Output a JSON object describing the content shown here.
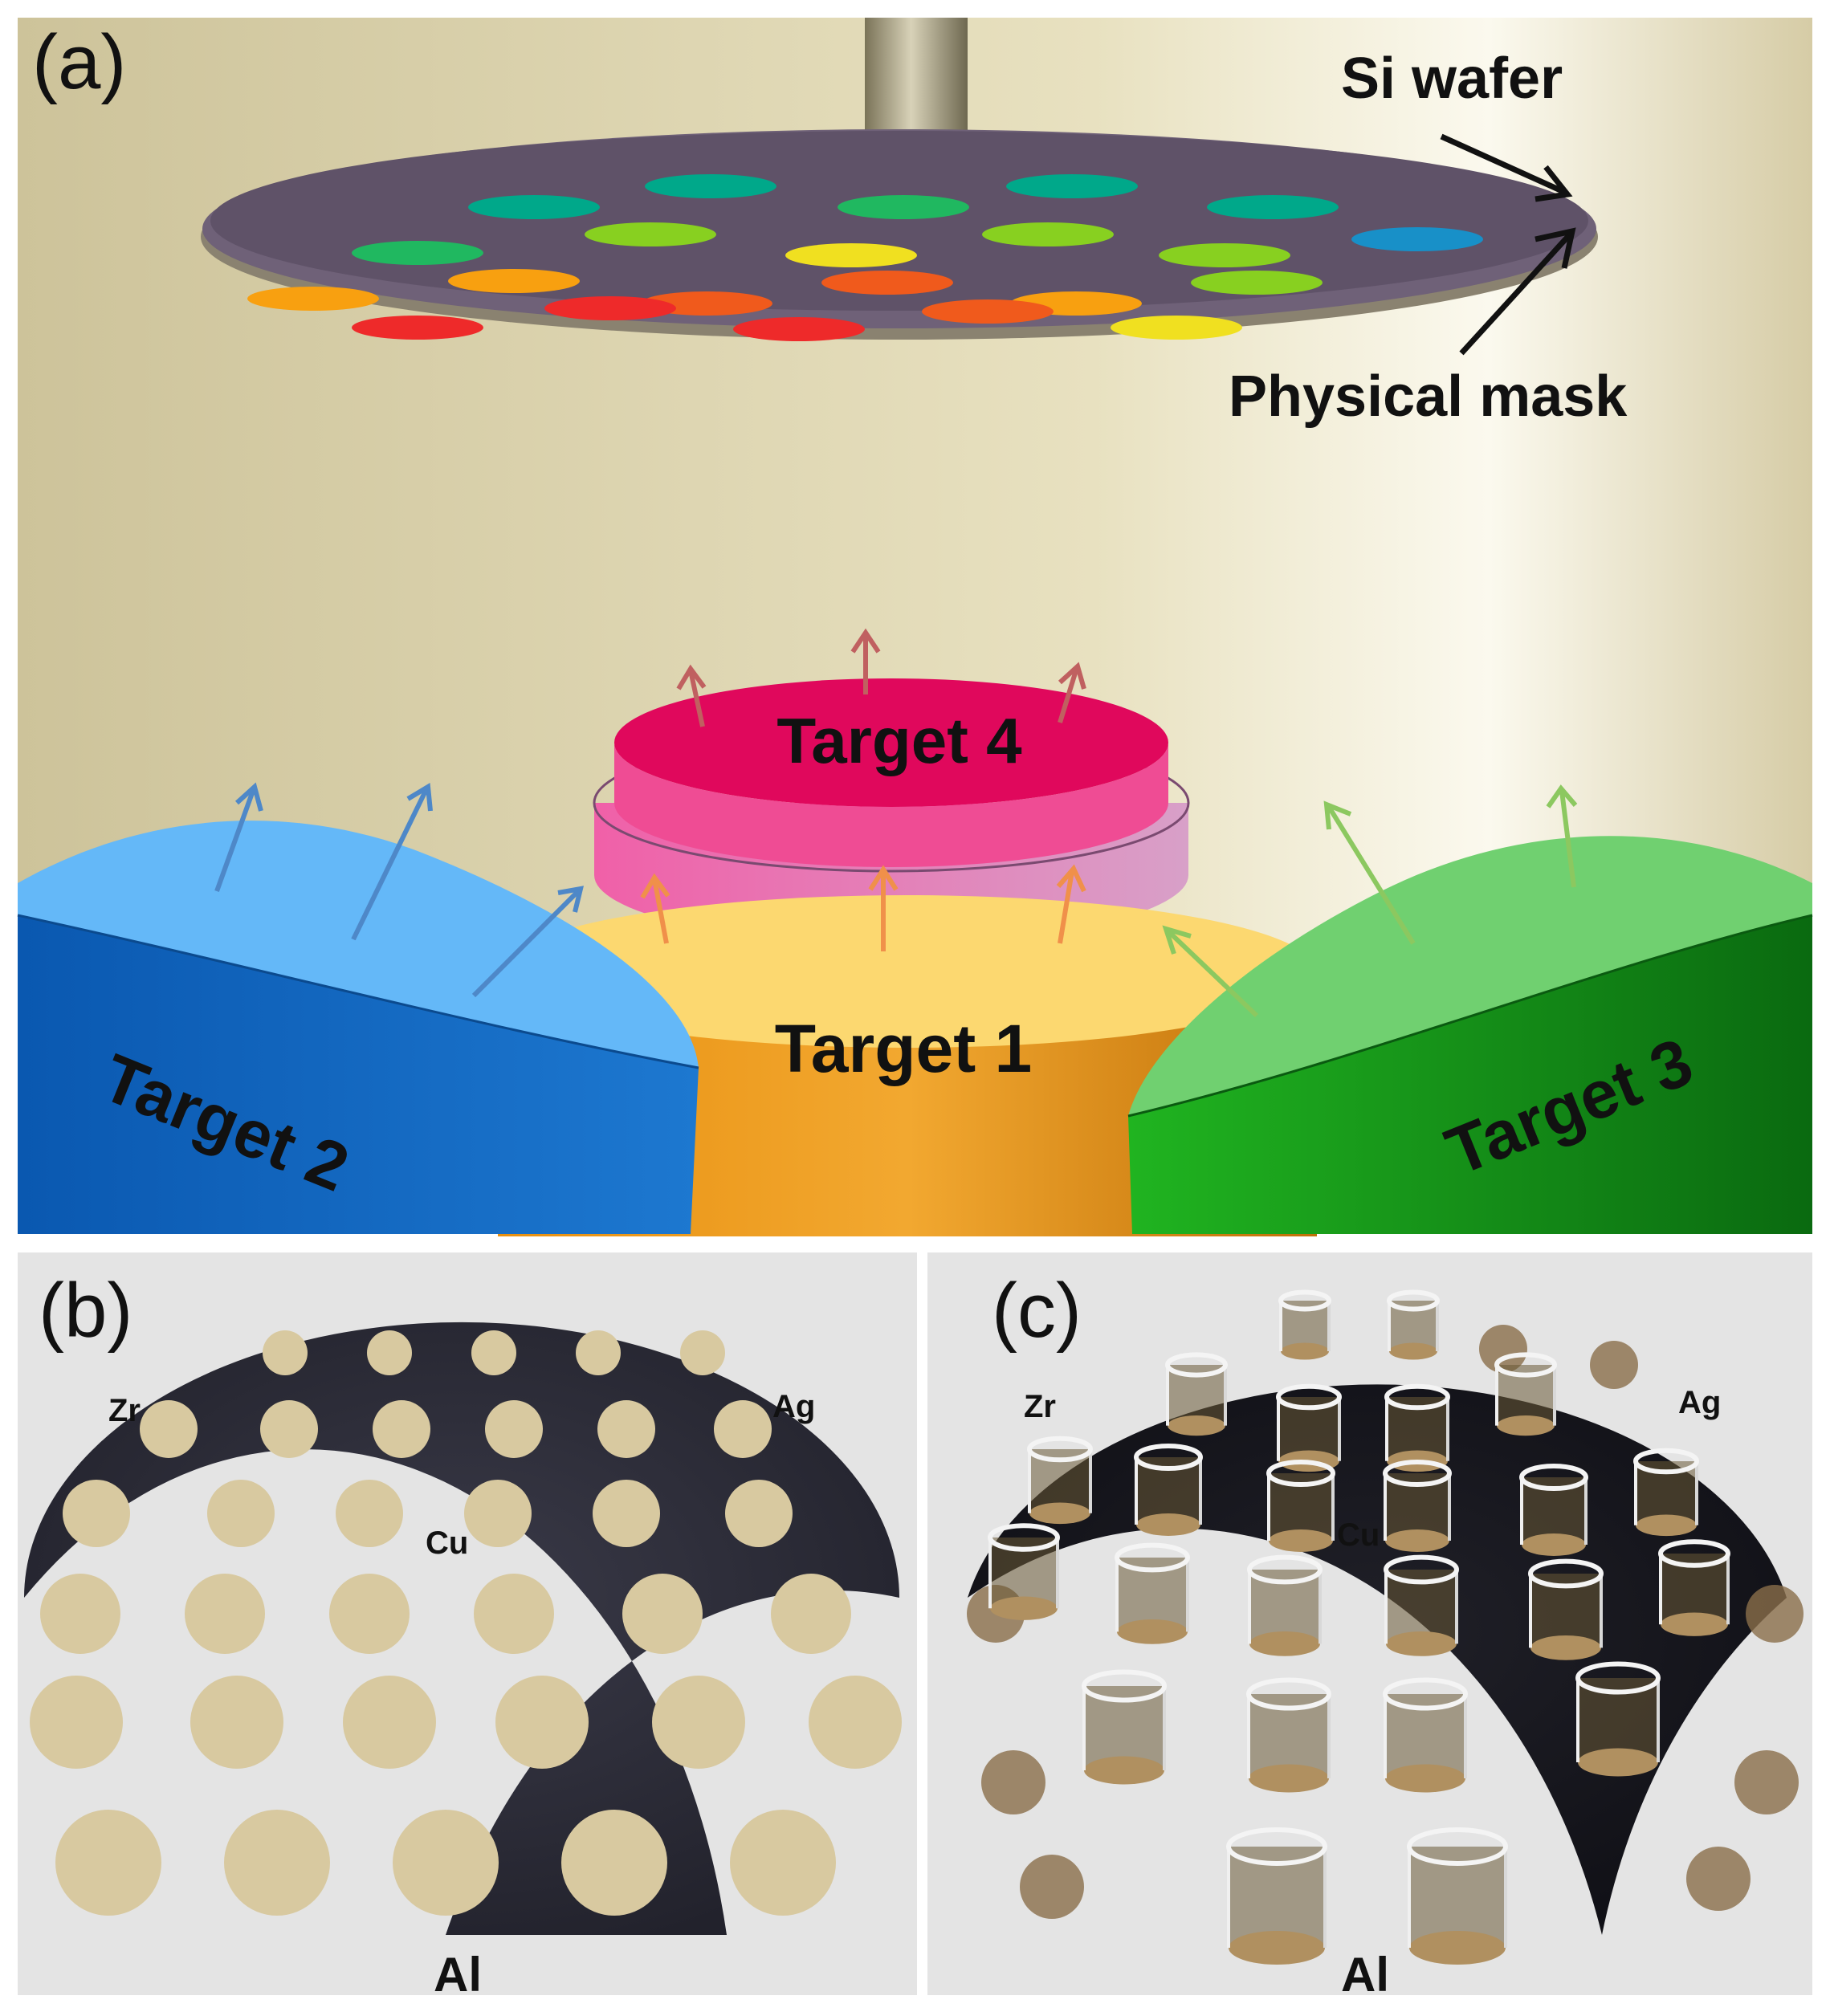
{
  "panel_a": {
    "letter": "(a)",
    "si_wafer_label": "Si wafer",
    "mask_label": "Physical mask",
    "targets": [
      {
        "label": "Target 1",
        "color": "#f0a020"
      },
      {
        "label": "Target 2",
        "color": "#2a80d8"
      },
      {
        "label": "Target 3",
        "color": "#3cc43c"
      },
      {
        "label": "Target 4",
        "color": "#e8206a"
      }
    ],
    "spot_colors": [
      "#00a88a",
      "#20b860",
      "#88d020",
      "#f0e020",
      "#f8a010",
      "#f05a1c",
      "#ee2a2a",
      "#1890c8"
    ]
  },
  "panel_b": {
    "letter": "(b)",
    "labels": {
      "top_left": "Zr",
      "top_right": "Ag",
      "center": "Cu",
      "bottom": "Al"
    }
  },
  "panel_c": {
    "letter": "(c)",
    "labels": {
      "top_left": "Zr",
      "top_right": "Ag",
      "center": "Cu",
      "bottom": "Al"
    }
  }
}
